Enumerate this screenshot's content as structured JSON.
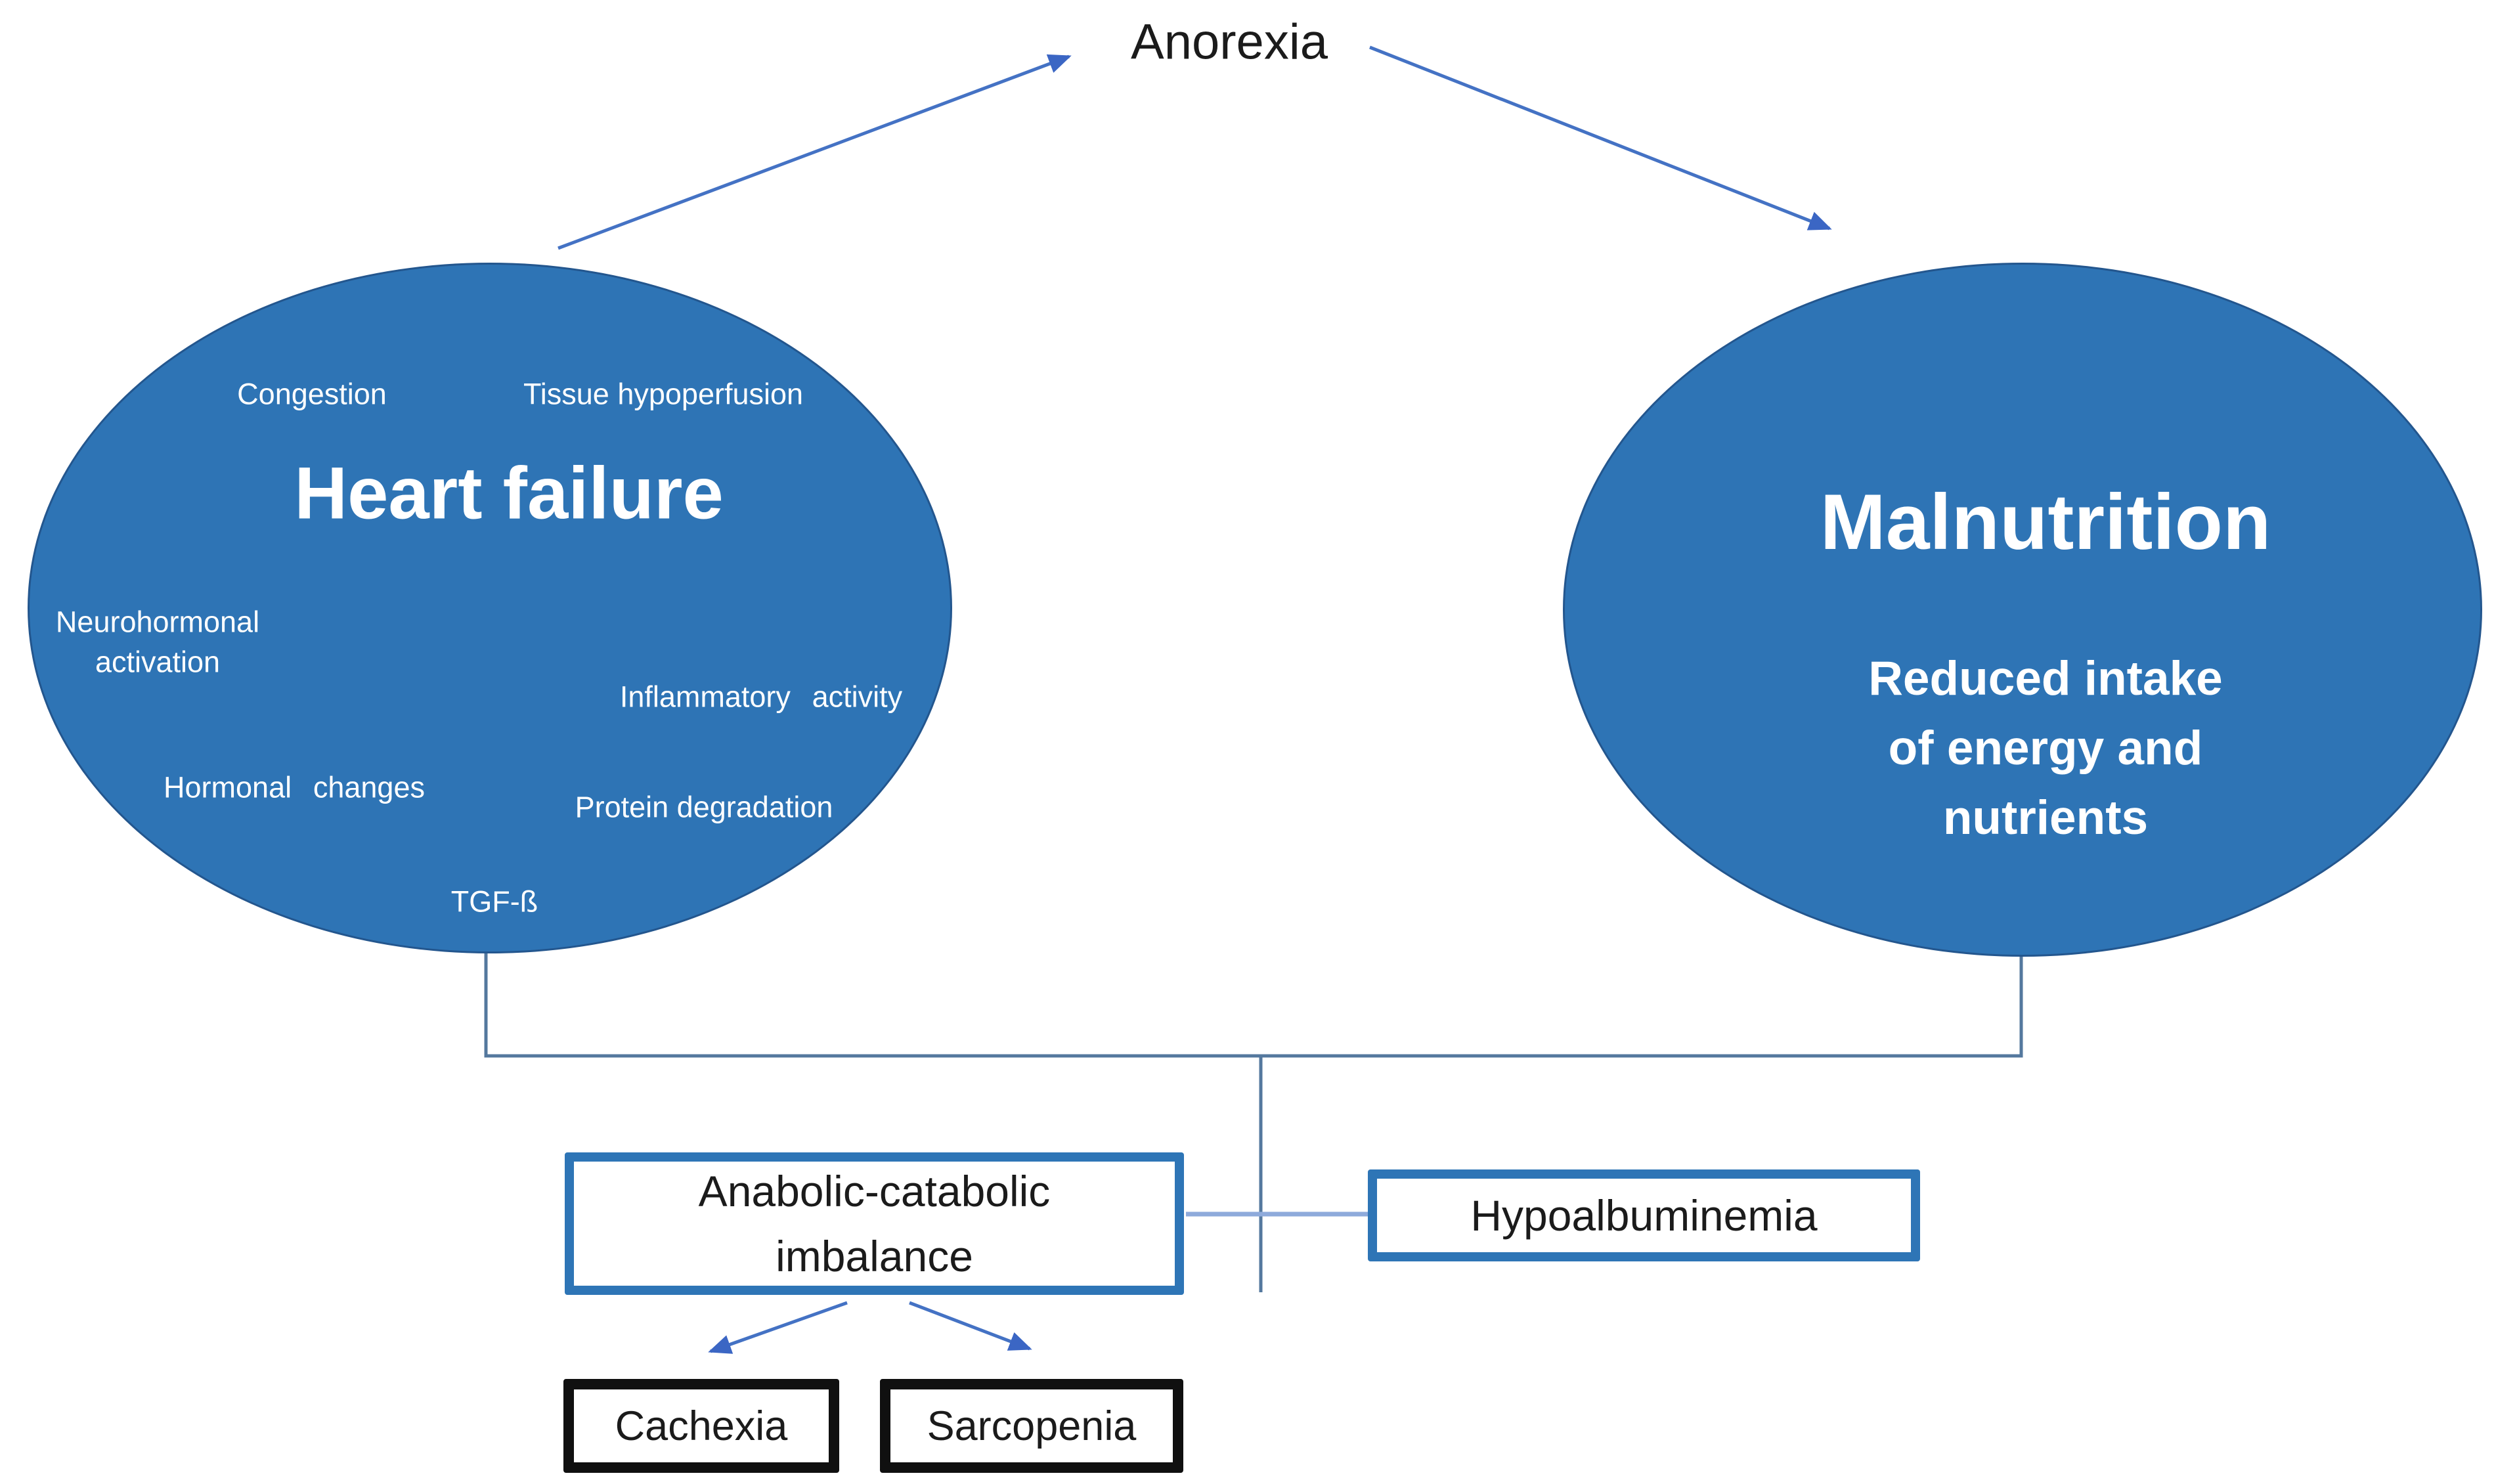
{
  "figure": {
    "anorexia_label": "Anorexia",
    "heart_failure": {
      "title": "Heart failure",
      "factors": {
        "congestion": "Congestion",
        "tissue_hypoperfusion": "Tissue hypoperfusion",
        "neurohormonal_activation": "Neurohormonal\nactivation",
        "inflammatory_activity": "Inflammatory activity",
        "hormonal_changes": "Hormonal changes",
        "protein_degradation": "Protein degradation",
        "tgf_beta": "TGF-ß"
      }
    },
    "malnutrition": {
      "title": "Malnutrition",
      "subtitle": "Reduced intake\nof energy and\nnutrients"
    },
    "boxes": {
      "anabolic_catabolic": "Anabolic-catabolic\nimbalance",
      "hypoalbuminemia": "Hypoalbuminemia",
      "cachexia": "Cachexia",
      "sarcopenia": "Sarcopenia"
    },
    "colors": {
      "ellipse_fill": "#2E74B5",
      "blue_box_border": "#2E75B6",
      "black_box_border": "#101010",
      "connector_line": "#54789E",
      "light_connector": "#8EAADB",
      "arrow": "#4472C4",
      "text_on_blue": "#FFFFFF",
      "text_dark": "#1B1B1B",
      "background": "#FFFFFF"
    }
  }
}
